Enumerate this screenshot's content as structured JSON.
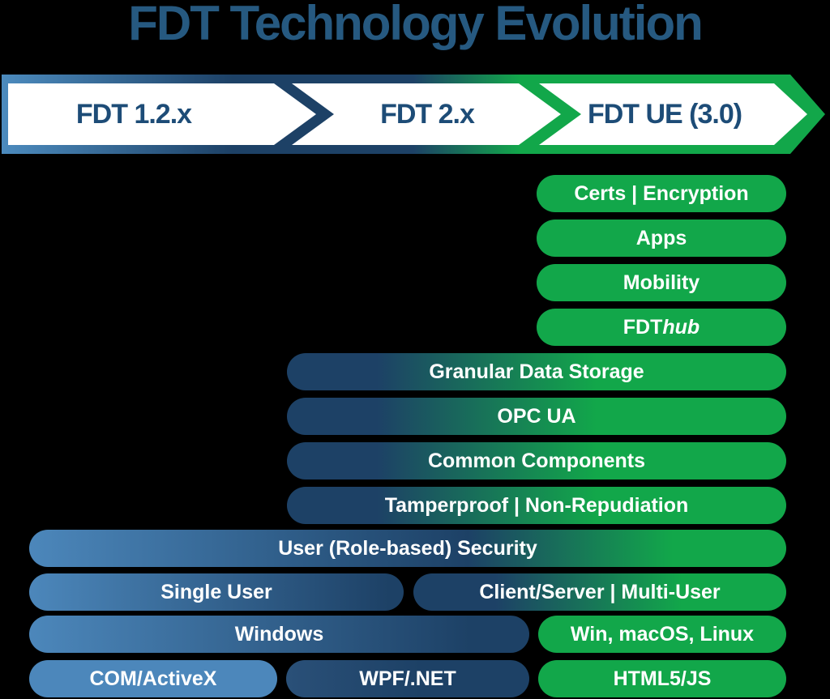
{
  "title": "FDT Technology Evolution",
  "palette": {
    "navy": "#1D4166",
    "light_blue": "#4C87BB",
    "green": "#12A74A",
    "title_text": "#265980",
    "arrow_text": "#1D4C77",
    "bar_text": "#FFFFFF",
    "background": "#000000"
  },
  "timeline": {
    "stages": [
      {
        "label": "FDT 1.2.x"
      },
      {
        "label": "FDT 2.x"
      },
      {
        "label": "FDT UE (3.0)"
      }
    ]
  },
  "rows": {
    "ue_features": [
      "Certs | Encryption",
      "Apps",
      "Mobility"
    ],
    "fdthub": {
      "prefix": "FDT",
      "suffix": "hub"
    },
    "fdt2_ue_features": [
      "Granular Data Storage",
      "OPC UA",
      "Common Components",
      "Tamperproof | Non-Repudiation"
    ],
    "all_versions": "User (Role-based) Security",
    "user_model": {
      "legacy": "Single User",
      "ue": "Client/Server | Multi-User"
    },
    "platforms": {
      "legacy": "Windows",
      "ue": "Win, macOS, Linux"
    },
    "technology": {
      "fdt1": "COM/ActiveX",
      "fdt2": "WPF/.NET",
      "ue": "HTML5/JS"
    }
  }
}
